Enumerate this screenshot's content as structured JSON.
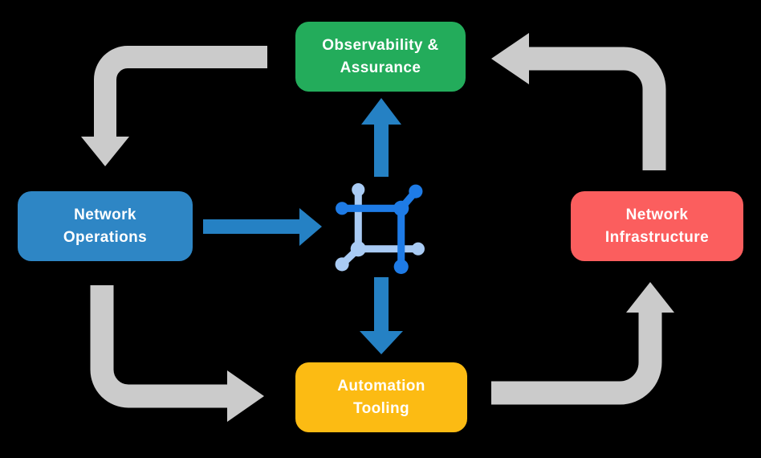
{
  "diagram": {
    "nodes": {
      "top": {
        "label": "Observability &\nAssurance",
        "color": "#23AC5B"
      },
      "left": {
        "label": "Network\nOperations",
        "color": "#2E86C5"
      },
      "right": {
        "label": "Network\nInfrastructure",
        "color": "#FB5E5E"
      },
      "bottom": {
        "label": "Automation\nTooling",
        "color": "#FCBB13"
      }
    },
    "center_icon": "network-hub-icon",
    "flows": [
      {
        "from": "network-operations",
        "to": "center-hub",
        "style": "blue-arrow"
      },
      {
        "from": "center-hub",
        "to": "observability-assurance",
        "style": "blue-arrow"
      },
      {
        "from": "center-hub",
        "to": "automation-tooling",
        "style": "blue-arrow"
      },
      {
        "from": "observability-assurance",
        "to": "network-operations",
        "style": "gray-cycle-arrow"
      },
      {
        "from": "network-operations",
        "to": "automation-tooling",
        "style": "gray-cycle-arrow"
      },
      {
        "from": "automation-tooling",
        "to": "network-infrastructure",
        "style": "gray-cycle-arrow"
      },
      {
        "from": "network-infrastructure",
        "to": "observability-assurance",
        "style": "gray-cycle-arrow"
      }
    ],
    "colors": {
      "flow_arrow_blue": "#2581C4",
      "cycle_arrow_gray": "#CBCBCB",
      "icon_dark_blue": "#1E7BE6",
      "icon_light_blue": "#A9CBF4",
      "background": "#000000",
      "label_text": "#FFFFFF"
    }
  }
}
